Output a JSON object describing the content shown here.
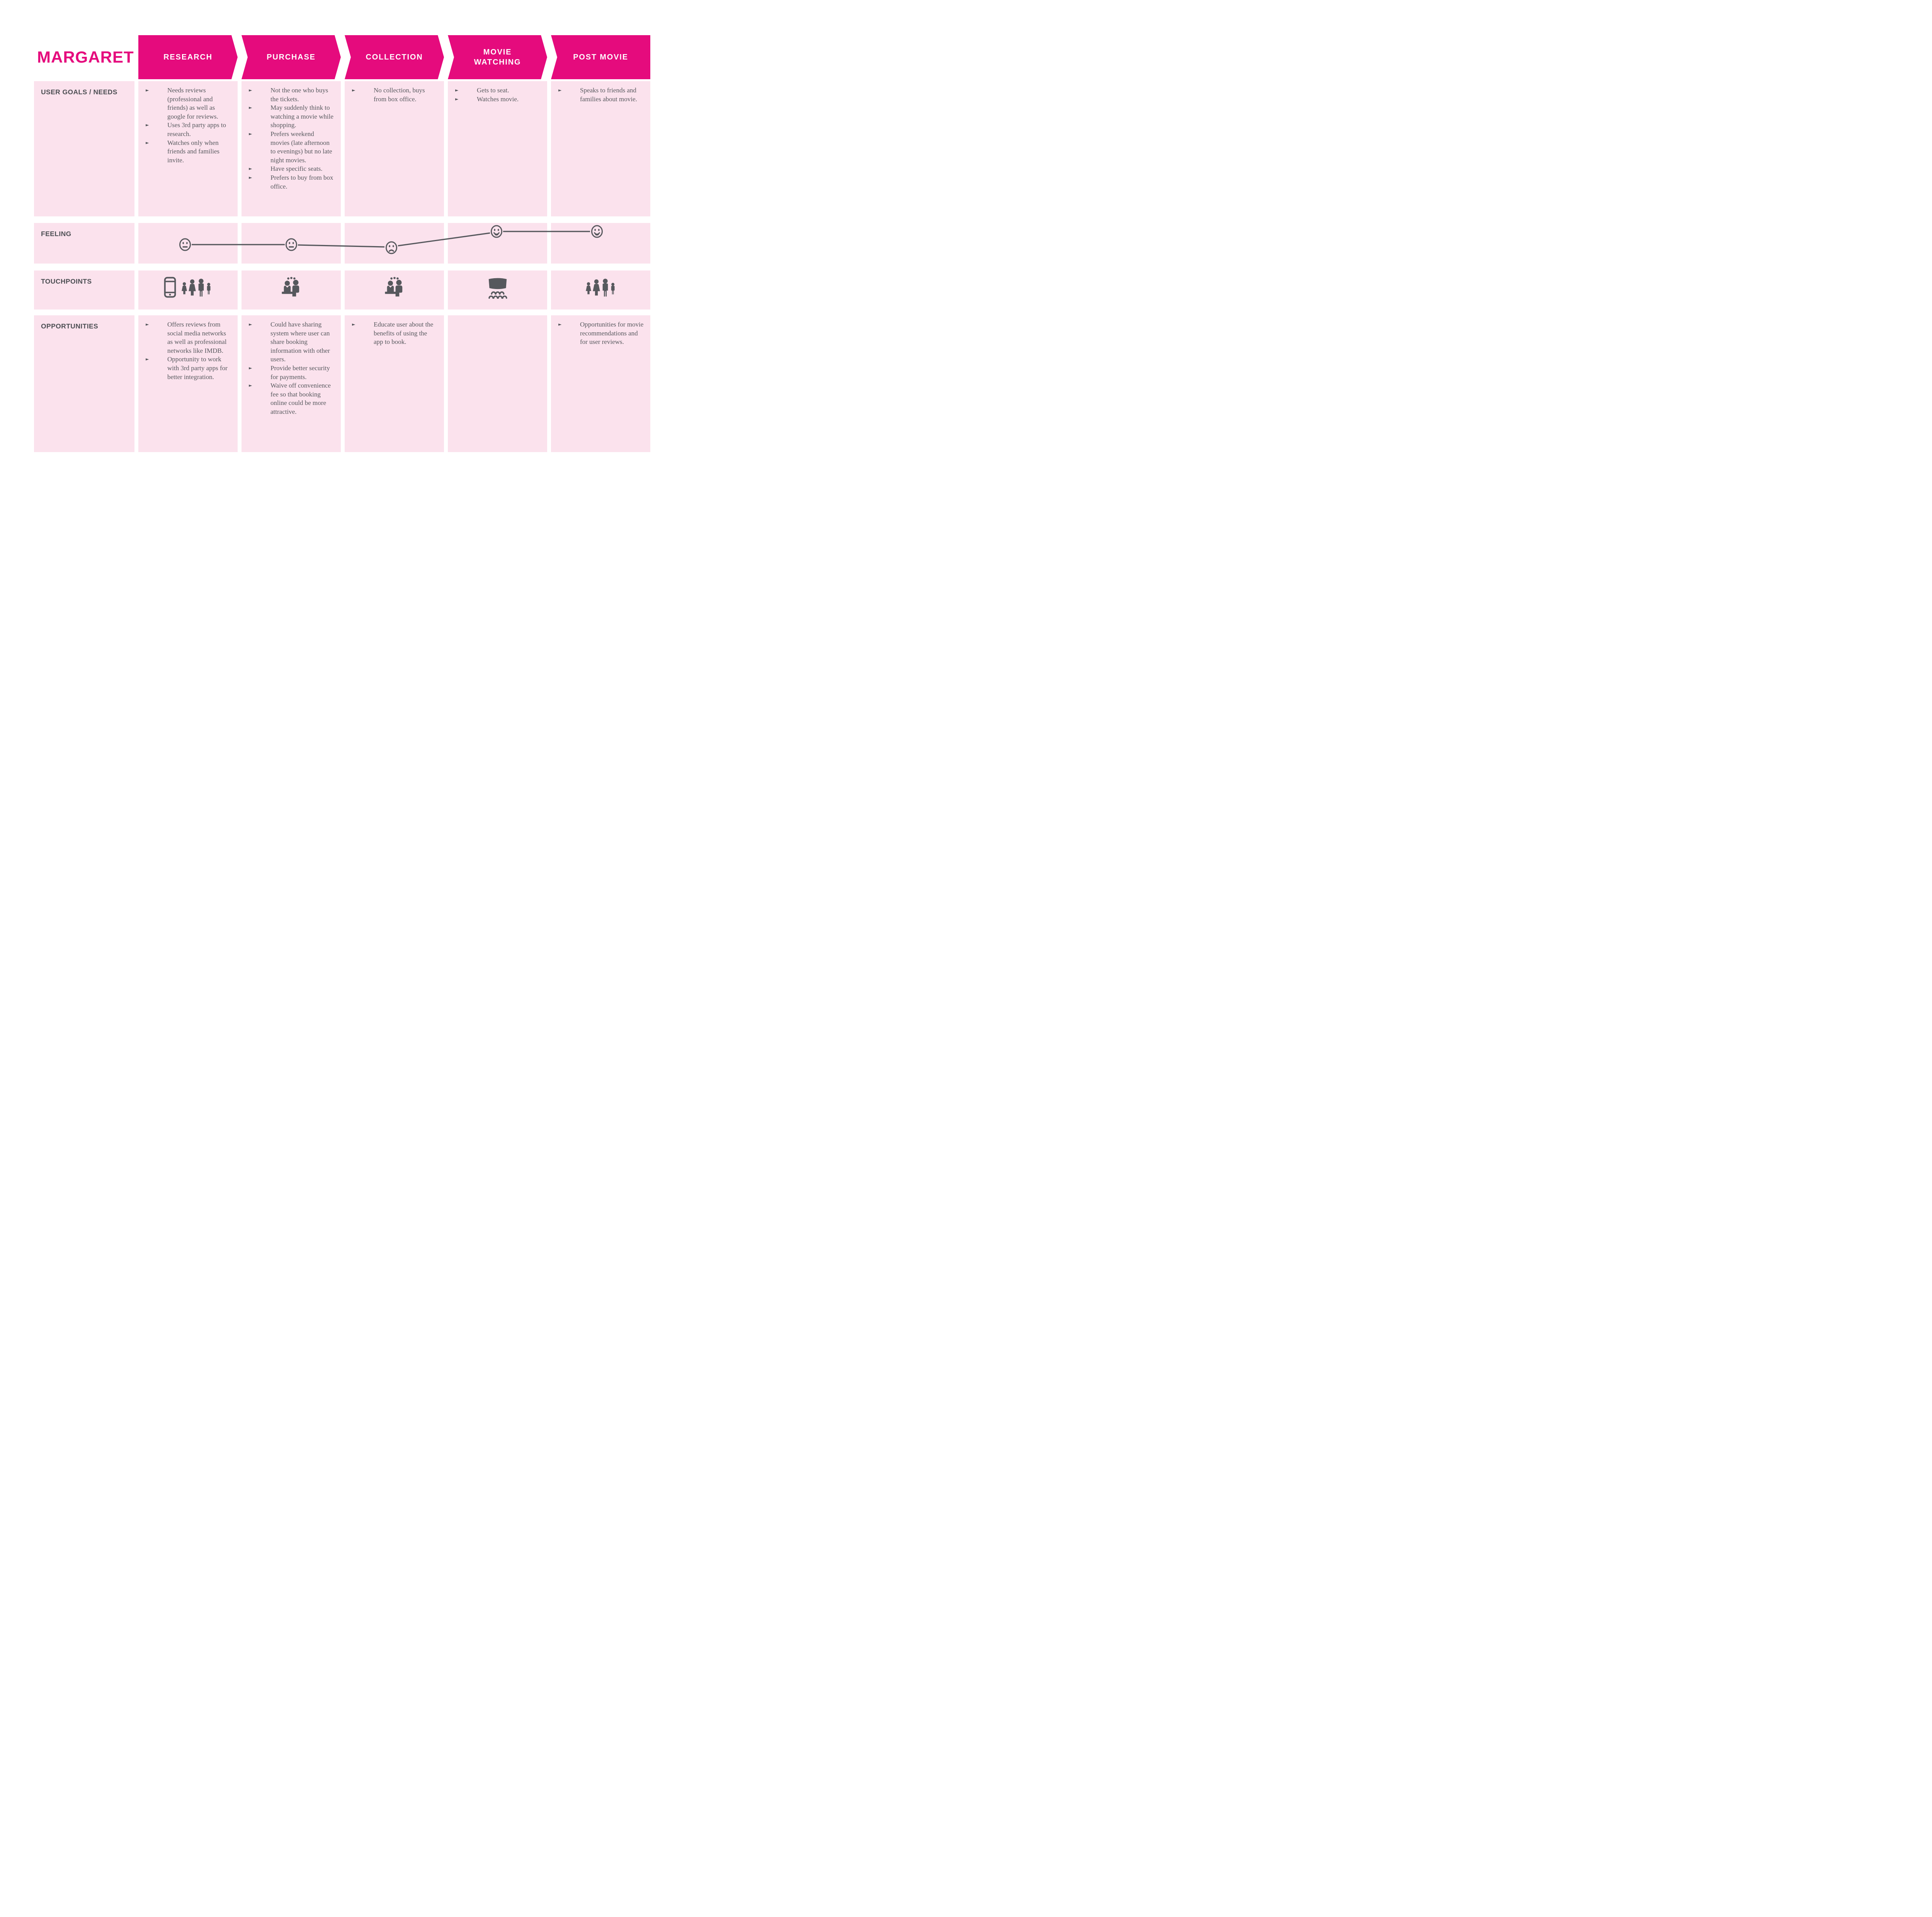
{
  "persona": "MARGARET",
  "bullet_glyph": "►",
  "colors": {
    "accent_pink": "#e50b7d",
    "cell_pink": "#fbe2ed",
    "ink_gray": "#56585d",
    "label_gray": "#4d4f54"
  },
  "stages": [
    {
      "label": "RESEARCH"
    },
    {
      "label": "PURCHASE"
    },
    {
      "label": "COLLECTION"
    },
    {
      "label": "MOVIE WATCHING"
    },
    {
      "label": "POST MOVIE"
    }
  ],
  "rows": {
    "goals": {
      "label": "USER GOALS / NEEDS",
      "cells": [
        [
          "Needs reviews (professional and friends) as well as google for reviews.",
          "Uses 3rd party apps to research.",
          "Watches only when friends and families invite."
        ],
        [
          "Not the one who buys the tickets.",
          "May suddenly think to watching a movie while shopping.",
          "Prefers weekend movies (late afternoon to evenings) but no late night movies.",
          "Have specific seats.",
          "Prefers to buy from box office."
        ],
        [
          "No collection, buys from box office."
        ],
        [
          "Gets to seat.",
          "Watches movie."
        ],
        [
          "Speaks to friends and families about movie."
        ]
      ]
    },
    "feeling": {
      "label": "FEELING",
      "moods": [
        "neutral",
        "neutral",
        "sad",
        "happy",
        "happy"
      ]
    },
    "touchpoints": {
      "label": "TOUCHPOINTS",
      "icons": [
        [
          "smartphone-icon",
          "family-group-icon"
        ],
        [
          "box-office-counter-icon"
        ],
        [
          "box-office-counter-icon"
        ],
        [
          "cinema-screen-audience-icon"
        ],
        [
          "family-group-icon"
        ]
      ]
    },
    "opportunities": {
      "label": "OPPORTUNITIES",
      "cells": [
        [
          "Offers reviews from social media networks as well as professional networks like IMDB.",
          "Opportunity to work with 3rd party apps for better integration."
        ],
        [
          "Could have sharing system where user can share booking information with other users.",
          "Provide better security for payments.",
          "Waive off convenience fee so that booking online could be more attractive."
        ],
        [
          "Educate user about the benefits of using the app to book."
        ],
        [],
        [
          "Opportunities for movie recommendations and for user reviews."
        ]
      ]
    }
  }
}
